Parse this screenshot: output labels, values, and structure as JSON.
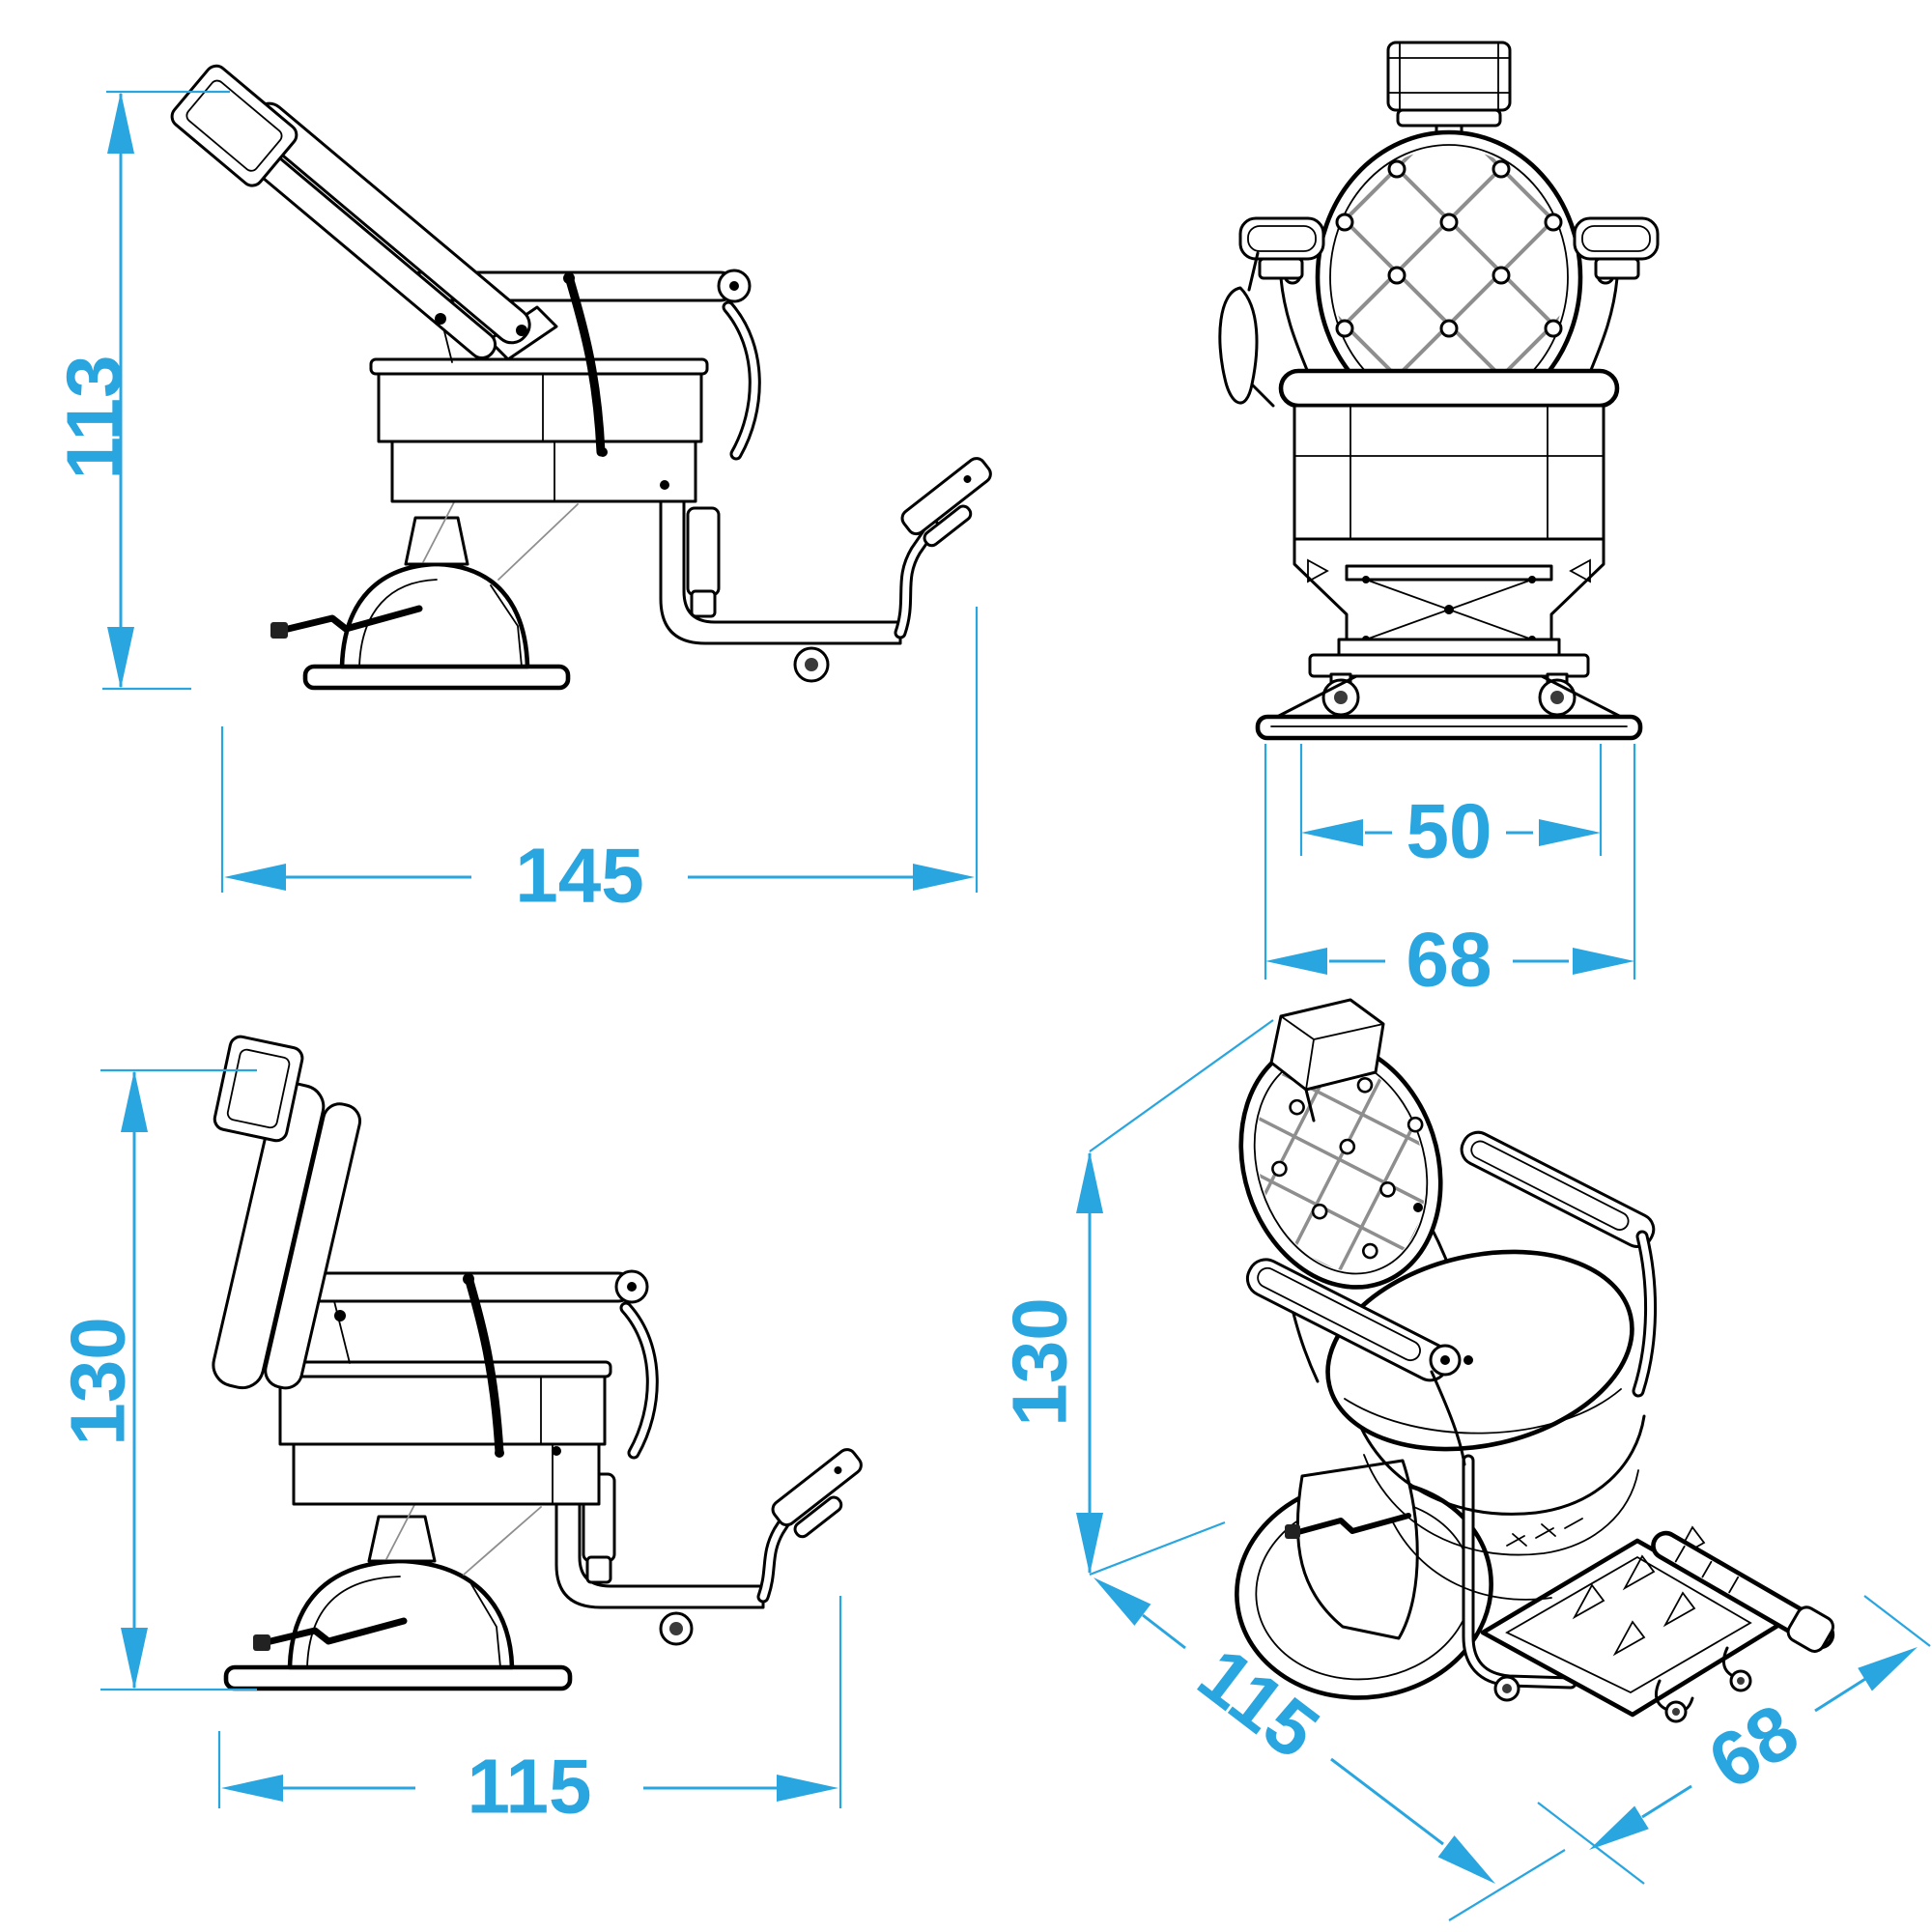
{
  "style": {
    "background_color": "#ffffff",
    "dimension_color": "#29A5DF",
    "line_color": "#000000",
    "lattice_color": "#8e8e8e"
  },
  "views": {
    "side_reclined": {
      "height": "113",
      "length": "145"
    },
    "front": {
      "upper_width": "50",
      "base_width": "68"
    },
    "side_upright": {
      "height": "130",
      "length": "115"
    },
    "perspective": {
      "height": "130",
      "depth": "115",
      "width": "68"
    }
  }
}
